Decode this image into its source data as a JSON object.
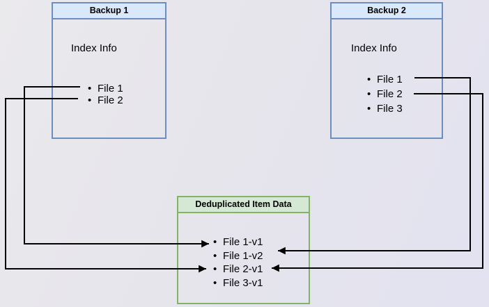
{
  "diagram": {
    "backup1": {
      "title": "Backup 1",
      "subtitle": "Index Info",
      "items": [
        "File 1",
        "File 2"
      ]
    },
    "backup2": {
      "title": "Backup 2",
      "subtitle": "Index Info",
      "items": [
        "File 1",
        "File 2",
        "File 3"
      ]
    },
    "dedup": {
      "title": "Deduplicated Item Data",
      "items": [
        "File 1-v1",
        "File 1-v2",
        "File 2-v1",
        "File 3-v1"
      ]
    },
    "connections": [
      {
        "from": "Backup 1 / File 1",
        "to": "Deduplicated Item Data / File 1-v1"
      },
      {
        "from": "Backup 1 / File 2",
        "to": "Deduplicated Item Data / File 2-v1"
      },
      {
        "from": "Backup 2 / File 1",
        "to": "Deduplicated Item Data / File 1-v2"
      },
      {
        "from": "Backup 2 / File 2",
        "to": "Deduplicated Item Data / File 2-v1"
      }
    ],
    "colors": {
      "background_left": "#eae9ec",
      "background_right": "#e2e2f0",
      "blue_box_border": "#6c8ebf",
      "blue_box_title_fill": "#dae8fc",
      "green_box_border": "#82b366",
      "green_box_title_fill": "#d5e8d4",
      "connector_line": "#000000",
      "text": "#000000"
    }
  }
}
